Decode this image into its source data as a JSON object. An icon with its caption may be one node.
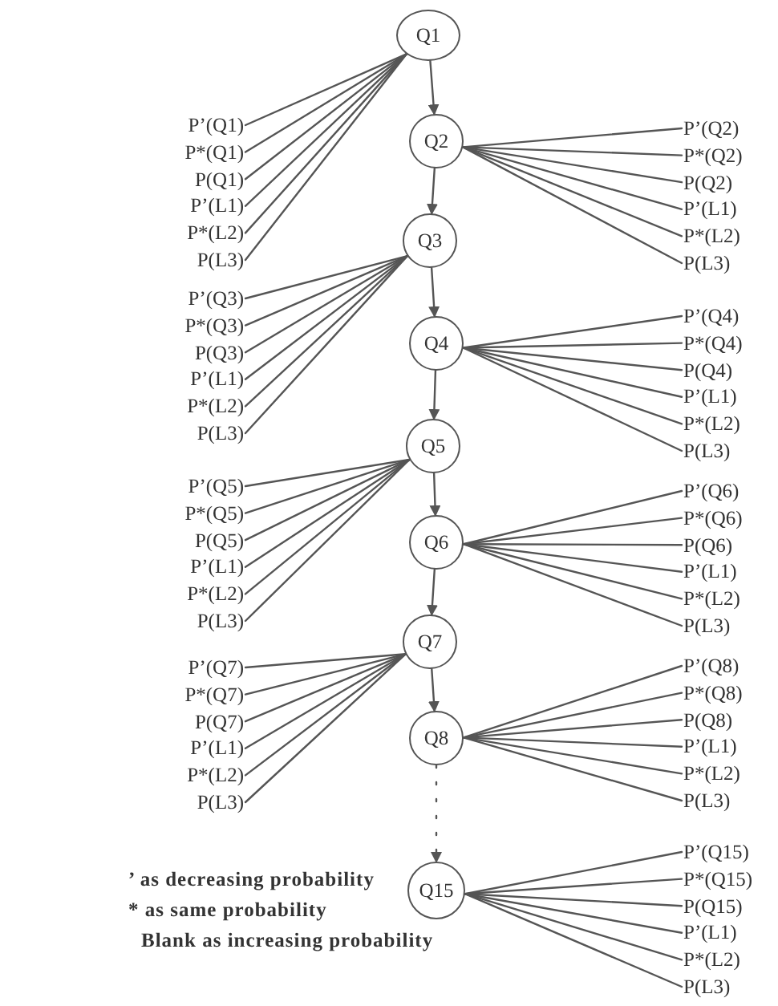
{
  "diagram": {
    "nodes": [
      {
        "text": [
          "Q1"
        ]
      },
      {
        "text": [
          "P’(Q1)"
        ]
      },
      {
        "text": [
          "P*(Q1)"
        ]
      },
      {
        "text": [
          "P(Q1)"
        ]
      },
      {
        "text": [
          "P’(L1)"
        ]
      },
      {
        "text": [
          "P*(L2)"
        ]
      },
      {
        "text": [
          "P(L3)"
        ]
      },
      {
        "text": [
          "Q2"
        ]
      },
      {
        "text": [
          "P’(Q2)"
        ]
      },
      {
        "text": [
          "P*(Q2)"
        ]
      },
      {
        "text": [
          "P(Q2)"
        ]
      },
      {
        "text": [
          "P’(L1)"
        ]
      },
      {
        "text": [
          "P*(L2)"
        ]
      },
      {
        "text": [
          "P(L3)"
        ]
      },
      {
        "text": [
          "Q3"
        ]
      },
      {
        "text": [
          "P’(Q3)"
        ]
      },
      {
        "text": [
          "P*(Q3)"
        ]
      },
      {
        "text": [
          "P(Q3)"
        ]
      },
      {
        "text": [
          "P’(L1)"
        ]
      },
      {
        "text": [
          "P*(L2)"
        ]
      },
      {
        "text": [
          "P(L3)"
        ]
      },
      {
        "text": [
          "Q4"
        ]
      },
      {
        "text": [
          "P’(Q4)"
        ]
      },
      {
        "text": [
          "P*(Q4)"
        ]
      },
      {
        "text": [
          "P(Q4)"
        ]
      },
      {
        "text": [
          "P’(L1)"
        ]
      },
      {
        "text": [
          "P*(L2)"
        ]
      },
      {
        "text": [
          "P(L3)"
        ]
      },
      {
        "text": [
          "Q5"
        ]
      },
      {
        "text": [
          "P’(Q5)"
        ]
      },
      {
        "text": [
          "P*(Q5)"
        ]
      },
      {
        "text": [
          "P(Q5)"
        ]
      },
      {
        "text": [
          "P’(L1)"
        ]
      },
      {
        "text": [
          "P*(L2)"
        ]
      },
      {
        "text": [
          "P(L3)"
        ]
      },
      {
        "text": [
          "Q6"
        ]
      },
      {
        "text": [
          "P’(Q6)"
        ]
      },
      {
        "text": [
          "P*(Q6)"
        ]
      },
      {
        "text": [
          "P(Q6)"
        ]
      },
      {
        "text": [
          "P’(L1)"
        ]
      },
      {
        "text": [
          "P*(L2)"
        ]
      },
      {
        "text": [
          "P(L3)"
        ]
      },
      {
        "text": [
          "Q7"
        ]
      },
      {
        "text": [
          "P’(Q7)"
        ]
      },
      {
        "text": [
          "P*(Q7)"
        ]
      },
      {
        "text": [
          "P(Q7)"
        ]
      },
      {
        "text": [
          "P’(L1)"
        ]
      },
      {
        "text": [
          "P*(L2)"
        ]
      },
      {
        "text": [
          "P(L3)"
        ]
      },
      {
        "text": [
          "Q8"
        ]
      },
      {
        "text": [
          "P’(Q8)"
        ]
      },
      {
        "text": [
          "P*(Q8)"
        ]
      },
      {
        "text": [
          "P(Q8)"
        ]
      },
      {
        "text": [
          "P’(L1)"
        ]
      },
      {
        "text": [
          "P*(L2)"
        ]
      },
      {
        "text": [
          "P(L3)"
        ]
      },
      {
        "text": [
          "Q15"
        ]
      },
      {
        "text": [
          "P’(Q15)"
        ]
      },
      {
        "text": [
          "P*(Q15)"
        ]
      },
      {
        "text": [
          "P(Q15)"
        ]
      },
      {
        "text": [
          "P’(L1)"
        ]
      },
      {
        "text": [
          "P*(L2)"
        ]
      },
      {
        "text": [
          "P(L3)"
        ]
      }
    ],
    "edges": [
      {
        "from": 0,
        "to": 7,
        "arrow": "to"
      },
      {
        "from": 7,
        "to": 14,
        "arrow": "to"
      },
      {
        "from": 14,
        "to": 21,
        "arrow": "to"
      },
      {
        "from": 21,
        "to": 28,
        "arrow": "to"
      },
      {
        "from": 28,
        "to": 35,
        "arrow": "to"
      },
      {
        "from": 35,
        "to": 42,
        "arrow": "to"
      },
      {
        "from": 42,
        "to": 49,
        "arrow": "to"
      },
      {
        "from": 49,
        "to": 56,
        "arrow": "to",
        "style": "dashed"
      },
      {
        "from": 0,
        "to": 1,
        "arrow": "none"
      },
      {
        "from": 0,
        "to": 2,
        "arrow": "none"
      },
      {
        "from": 0,
        "to": 3,
        "arrow": "none"
      },
      {
        "from": 0,
        "to": 4,
        "arrow": "none"
      },
      {
        "from": 0,
        "to": 5,
        "arrow": "none"
      },
      {
        "from": 0,
        "to": 6,
        "arrow": "none"
      },
      {
        "from": 7,
        "to": 8,
        "arrow": "none"
      },
      {
        "from": 7,
        "to": 9,
        "arrow": "none"
      },
      {
        "from": 7,
        "to": 10,
        "arrow": "none"
      },
      {
        "from": 7,
        "to": 11,
        "arrow": "none"
      },
      {
        "from": 7,
        "to": 12,
        "arrow": "none"
      },
      {
        "from": 7,
        "to": 13,
        "arrow": "none"
      },
      {
        "from": 14,
        "to": 15,
        "arrow": "none"
      },
      {
        "from": 14,
        "to": 16,
        "arrow": "none"
      },
      {
        "from": 14,
        "to": 17,
        "arrow": "none"
      },
      {
        "from": 14,
        "to": 18,
        "arrow": "none"
      },
      {
        "from": 14,
        "to": 19,
        "arrow": "none"
      },
      {
        "from": 14,
        "to": 20,
        "arrow": "none"
      },
      {
        "from": 21,
        "to": 22,
        "arrow": "none"
      },
      {
        "from": 21,
        "to": 23,
        "arrow": "none"
      },
      {
        "from": 21,
        "to": 24,
        "arrow": "none"
      },
      {
        "from": 21,
        "to": 25,
        "arrow": "none"
      },
      {
        "from": 21,
        "to": 26,
        "arrow": "none"
      },
      {
        "from": 21,
        "to": 27,
        "arrow": "none"
      },
      {
        "from": 28,
        "to": 29,
        "arrow": "none"
      },
      {
        "from": 28,
        "to": 30,
        "arrow": "none"
      },
      {
        "from": 28,
        "to": 31,
        "arrow": "none"
      },
      {
        "from": 28,
        "to": 32,
        "arrow": "none"
      },
      {
        "from": 28,
        "to": 33,
        "arrow": "none"
      },
      {
        "from": 28,
        "to": 34,
        "arrow": "none"
      },
      {
        "from": 35,
        "to": 36,
        "arrow": "none"
      },
      {
        "from": 35,
        "to": 37,
        "arrow": "none"
      },
      {
        "from": 35,
        "to": 38,
        "arrow": "none"
      },
      {
        "from": 35,
        "to": 39,
        "arrow": "none"
      },
      {
        "from": 35,
        "to": 40,
        "arrow": "none"
      },
      {
        "from": 35,
        "to": 41,
        "arrow": "none"
      },
      {
        "from": 42,
        "to": 43,
        "arrow": "none"
      },
      {
        "from": 42,
        "to": 44,
        "arrow": "none"
      },
      {
        "from": 42,
        "to": 45,
        "arrow": "none"
      },
      {
        "from": 42,
        "to": 46,
        "arrow": "none"
      },
      {
        "from": 42,
        "to": 47,
        "arrow": "none"
      },
      {
        "from": 42,
        "to": 48,
        "arrow": "none"
      },
      {
        "from": 49,
        "to": 50,
        "arrow": "none"
      },
      {
        "from": 49,
        "to": 51,
        "arrow": "none"
      },
      {
        "from": 49,
        "to": 52,
        "arrow": "none"
      },
      {
        "from": 49,
        "to": 53,
        "arrow": "none"
      },
      {
        "from": 49,
        "to": 54,
        "arrow": "none"
      },
      {
        "from": 49,
        "to": 55,
        "arrow": "none"
      },
      {
        "from": 56,
        "to": 57,
        "arrow": "none"
      },
      {
        "from": 56,
        "to": 58,
        "arrow": "none"
      },
      {
        "from": 56,
        "to": 59,
        "arrow": "none"
      },
      {
        "from": 56,
        "to": 60,
        "arrow": "none"
      },
      {
        "from": 56,
        "to": 61,
        "arrow": "none"
      },
      {
        "from": 56,
        "to": 62,
        "arrow": "none"
      }
    ],
    "labels": [
      "’ as decreasing probability",
      "* as same probability",
      "Blank as increasing probability"
    ]
  }
}
